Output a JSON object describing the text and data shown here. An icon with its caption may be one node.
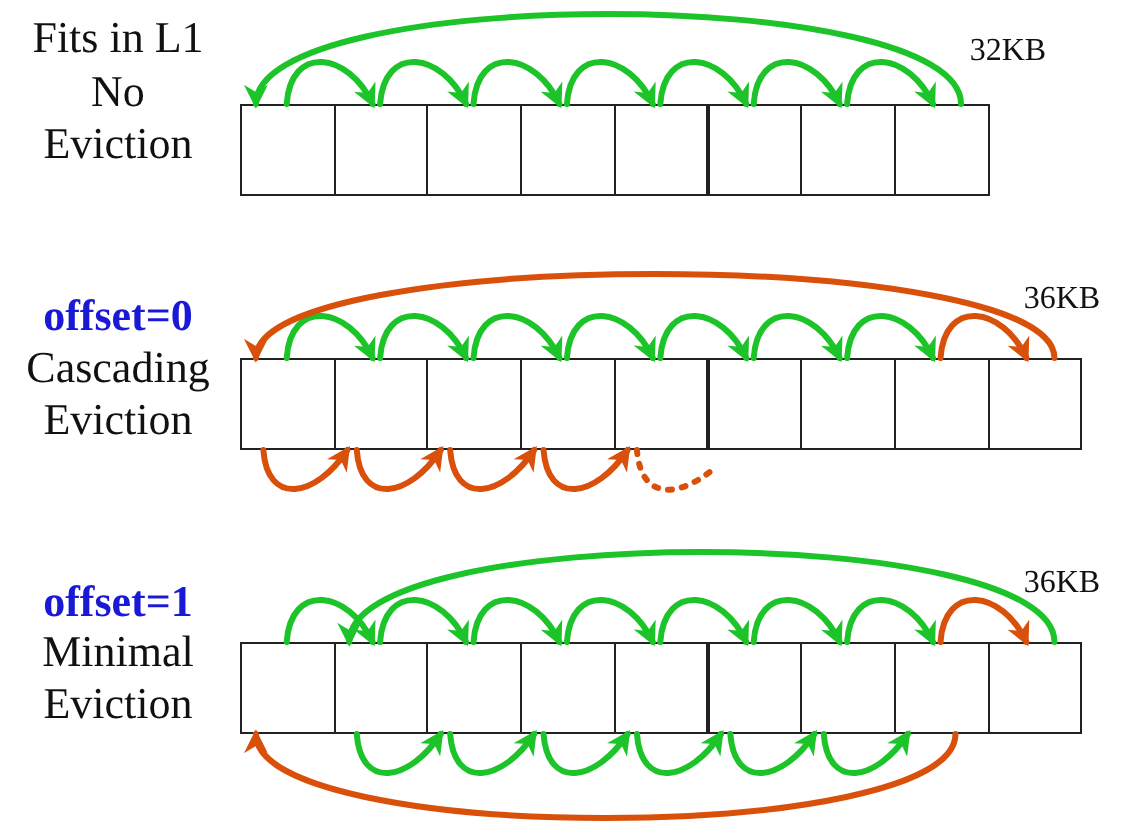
{
  "diagram": {
    "nodes": [
      {
        "text": [],
        "shape": "box"
      },
      {
        "text": [],
        "shape": "box"
      },
      {
        "text": [],
        "shape": "box"
      },
      {
        "text": [],
        "shape": "box"
      },
      {
        "text": [],
        "shape": "box"
      },
      {
        "text": [],
        "shape": "box"
      },
      {
        "text": [],
        "shape": "box"
      },
      {
        "text": [],
        "shape": "box"
      },
      {
        "text": [],
        "shape": "box"
      },
      {
        "text": [],
        "shape": "box"
      },
      {
        "text": [],
        "shape": "box"
      },
      {
        "text": [],
        "shape": "box"
      },
      {
        "text": [],
        "shape": "box"
      },
      {
        "text": [],
        "shape": "box"
      },
      {
        "text": [],
        "shape": "box"
      },
      {
        "text": [],
        "shape": "box"
      },
      {
        "text": [],
        "shape": "box"
      },
      {
        "text": [],
        "shape": "box"
      },
      {
        "text": [],
        "shape": "box"
      },
      {
        "text": [],
        "shape": "box"
      },
      {
        "text": [],
        "shape": "box"
      },
      {
        "text": [],
        "shape": "box"
      },
      {
        "text": [],
        "shape": "box"
      },
      {
        "text": [],
        "shape": "box"
      },
      {
        "text": [],
        "shape": "box"
      },
      {
        "text": [],
        "shape": "box"
      }
    ],
    "edges": [
      {
        "from": 0,
        "to": 1,
        "arrow": "to"
      },
      {
        "from": 1,
        "to": 2,
        "arrow": "to"
      },
      {
        "from": 2,
        "to": 3,
        "arrow": "to"
      },
      {
        "from": 3,
        "to": 4,
        "arrow": "to"
      },
      {
        "from": 4,
        "to": 5,
        "arrow": "to"
      },
      {
        "from": 5,
        "to": 6,
        "arrow": "to"
      },
      {
        "from": 6,
        "to": 7,
        "arrow": "to"
      },
      {
        "from": 7,
        "to": 0,
        "arrow": "to"
      },
      {
        "from": 8,
        "to": 9,
        "arrow": "to"
      },
      {
        "from": 9,
        "to": 10,
        "arrow": "to"
      },
      {
        "from": 10,
        "to": 11,
        "arrow": "to"
      },
      {
        "from": 11,
        "to": 12,
        "arrow": "to"
      },
      {
        "from": 12,
        "to": 13,
        "arrow": "to"
      },
      {
        "from": 13,
        "to": 14,
        "arrow": "to"
      },
      {
        "from": 14,
        "to": 15,
        "arrow": "to"
      },
      {
        "from": 15,
        "to": 16,
        "arrow": "to",
        "color": "#d9500b"
      },
      {
        "from": 16,
        "to": 8,
        "arrow": "to",
        "color": "#d9500b"
      },
      {
        "from": 8,
        "to": 9,
        "arrow": "to",
        "color": "#d9500b"
      },
      {
        "from": 9,
        "to": 10,
        "arrow": "to",
        "color": "#d9500b"
      },
      {
        "from": 10,
        "to": 11,
        "arrow": "to",
        "color": "#d9500b"
      },
      {
        "from": 11,
        "to": 12,
        "arrow": "to",
        "color": "#d9500b"
      },
      {
        "from": 12,
        "to": null,
        "arrow": "none",
        "style": "dashed",
        "color": "#d9500b"
      },
      {
        "from": 17,
        "to": 18,
        "arrow": "to"
      },
      {
        "from": 18,
        "to": 19,
        "arrow": "to"
      },
      {
        "from": 19,
        "to": 20,
        "arrow": "to"
      },
      {
        "from": 20,
        "to": 21,
        "arrow": "to"
      },
      {
        "from": 21,
        "to": 22,
        "arrow": "to"
      },
      {
        "from": 22,
        "to": 23,
        "arrow": "to"
      },
      {
        "from": 23,
        "to": 24,
        "arrow": "to"
      },
      {
        "from": 24,
        "to": 25,
        "arrow": "to",
        "color": "#d9500b"
      },
      {
        "from": 25,
        "to": 18,
        "arrow": "to"
      },
      {
        "from": 18,
        "to": 19,
        "arrow": "to"
      },
      {
        "from": 19,
        "to": 20,
        "arrow": "to"
      },
      {
        "from": 20,
        "to": 21,
        "arrow": "to"
      },
      {
        "from": 21,
        "to": 22,
        "arrow": "to"
      },
      {
        "from": 22,
        "to": 23,
        "arrow": "to"
      },
      {
        "from": 23,
        "to": 24,
        "arrow": "to"
      },
      {
        "from": 24,
        "to": 17,
        "arrow": "to",
        "color": "#d9500b"
      }
    ],
    "labels": [
      "Fits in L1",
      "No Eviction",
      "32KB",
      "offset=0",
      "Cascading Eviction",
      "36KB",
      "offset=1",
      "Minimal Eviction",
      "36KB"
    ]
  }
}
